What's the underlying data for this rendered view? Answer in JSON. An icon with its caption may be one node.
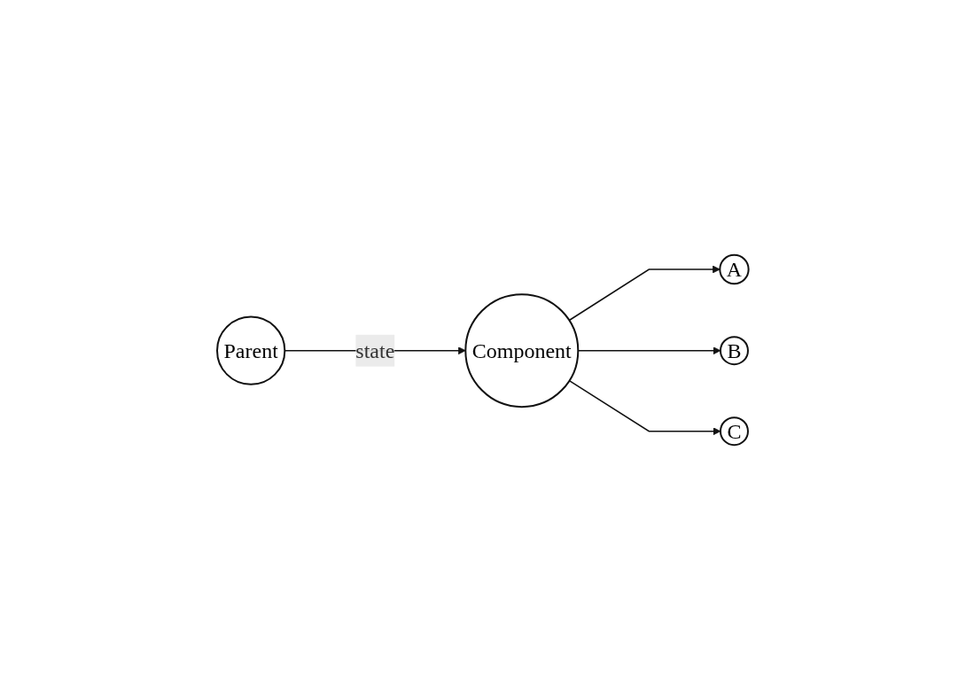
{
  "diagram": {
    "nodes": [
      {
        "text": [
          "Parent"
        ]
      },
      {
        "text": [
          "Component"
        ]
      },
      {
        "text": [
          "A"
        ]
      },
      {
        "text": [
          "B"
        ]
      },
      {
        "text": [
          "C"
        ]
      }
    ],
    "edges": [
      {
        "from": 0,
        "to": 1,
        "arrow": "to",
        "label": "state"
      },
      {
        "from": 1,
        "to": 2,
        "arrow": "to"
      },
      {
        "from": 1,
        "to": 3,
        "arrow": "to"
      },
      {
        "from": 1,
        "to": 4,
        "arrow": "to"
      }
    ]
  }
}
